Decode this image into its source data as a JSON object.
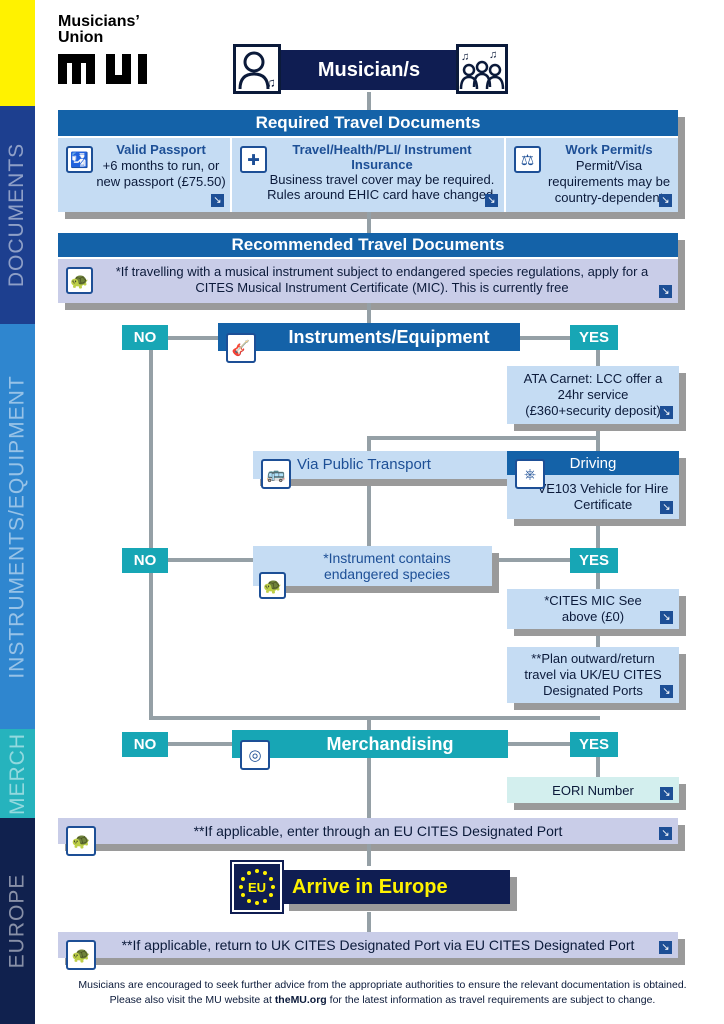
{
  "logo": {
    "line1": "Musicians’",
    "line2": "Union",
    "mark": "mu"
  },
  "sidebar": {
    "documents": "DOCUMENTS",
    "instruments": "INSTRUMENTS/EQUIPMENT",
    "merch": "MERCH",
    "europe": "EUROPE"
  },
  "header": {
    "title": "Musician/s"
  },
  "required": {
    "title": "Required Travel Documents",
    "passport": {
      "title": "Valid Passport",
      "body": "+6 months to run, or new passport (£75.50)"
    },
    "insurance": {
      "title": "Travel/Health/PLI/ Instrument Insurance",
      "body": "Business travel cover may be required. Rules around EHIC card have changed."
    },
    "permit": {
      "title": "Work Permit/s",
      "body": "Permit/Visa requirements may be country-dependent"
    }
  },
  "recommended": {
    "title": "Recommended Travel Documents",
    "body": "*If travelling with a musical instrument subject to endangered species regulations, apply for a CITES Musical Instrument Certificate (MIC). This is currently free"
  },
  "instruments": {
    "no": "NO",
    "yes": "YES",
    "title": "Instruments/Equipment",
    "carnet": "ATA Carnet: LCC offer a 24hr service (£360+security deposit)",
    "public_transport": "Via Public Transport",
    "driving_title": "Driving",
    "driving_body": "VE103 Vehicle for Hire Certificate",
    "endangered": "*Instrument contains endangered species",
    "cites_mic": "*CITES MIC See above (£0)",
    "plan_ports": "**Plan outward/return travel via UK/EU CITES Designated Ports"
  },
  "merch": {
    "no": "NO",
    "yes": "YES",
    "title": "Merchandising",
    "eori": "EORI Number"
  },
  "europe": {
    "enter": "**If applicable, enter through an EU CITES Designated Port",
    "eu_badge": "EU",
    "arrive": "Arrive in Europe",
    "return": "**If applicable, return to UK CITES Designated Port via EU CITES Designated Port"
  },
  "footer": {
    "line1": "Musicians are encouraged to seek further advice from the appropriate authorities to ensure the relevant documentation is obtained.",
    "line2_pre": "Please also visit the MU website at ",
    "line2_link": "theMU.org",
    "line2_post": " for the latest information as travel requirements are subject to change."
  },
  "colors": {
    "navy": "#0f1d52",
    "blue": "#1462a8",
    "yellow": "#fff200",
    "teal": "#17a6b5",
    "lavender": "#c9cde8",
    "light_blue": "#c5dcf3",
    "light_teal": "#d3efee"
  },
  "icons": [
    "person-icon",
    "band-icon",
    "passport-icon",
    "medical-shield-icon",
    "stamp-icon",
    "turtle-icon",
    "guitar-icon",
    "bus-icon",
    "steering-wheel-icon",
    "vinyl-record-icon",
    "eu-flag-icon",
    "arrow-icon"
  ]
}
